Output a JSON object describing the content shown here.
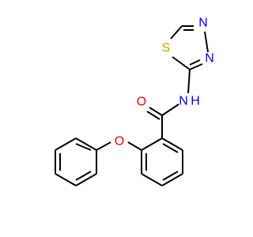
{
  "molecule": {
    "atoms": [
      {
        "id": "S",
        "label": "S",
        "color": "#c8a400"
      },
      {
        "id": "N3",
        "label": "N",
        "color": "#0000ff"
      },
      {
        "id": "N4",
        "label": "N",
        "color": "#0000ff"
      },
      {
        "id": "NH",
        "label": "N",
        "color": "#0000ff"
      },
      {
        "id": "H",
        "label": "H",
        "color": "#0000ff"
      },
      {
        "id": "O1",
        "label": "O",
        "color": "#ff0000"
      },
      {
        "id": "O2",
        "label": "O",
        "color": "#ff0000"
      }
    ],
    "bond_color": "#000000"
  }
}
